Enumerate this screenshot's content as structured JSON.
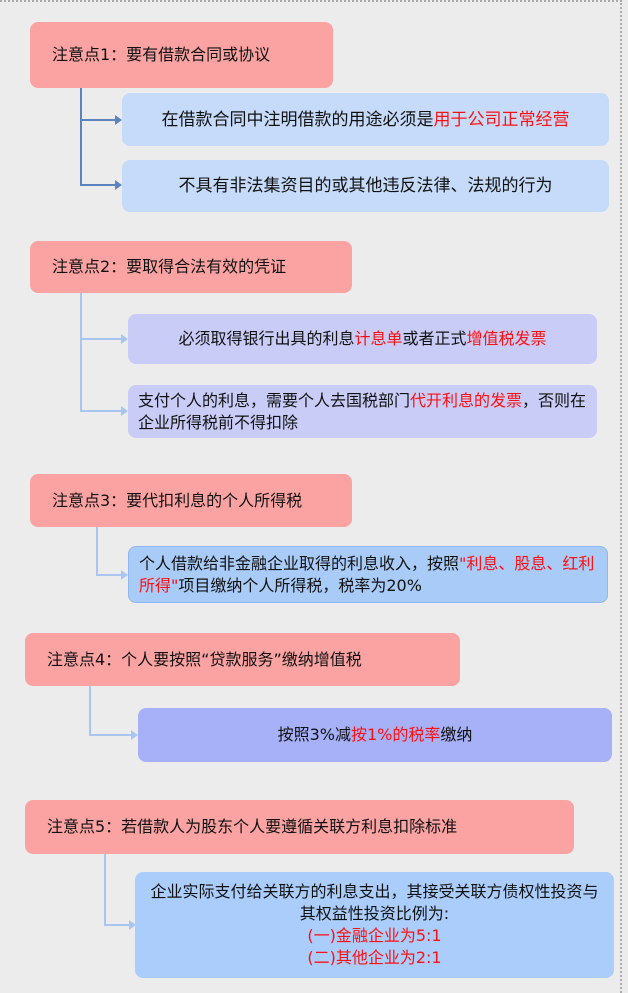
{
  "points": [
    {
      "title": "注意点1：要有借款合同或协议",
      "items": [
        {
          "text": "在借款合同中注明借款的用途必须是",
          "highlight": "用于公司正常经营"
        },
        {
          "text": "不具有非法集资目的或其他违反法律、法规的行为"
        }
      ]
    },
    {
      "title": "注意点2：要取得合法有效的凭证",
      "items": [
        {
          "t1": "必须取得银行出具的利息",
          "h1": "计息单",
          "t2": "或者正式",
          "h2": "增值税发票"
        },
        {
          "t1": "支付个人的利息，需要个人去国税部门",
          "h1": "代开利息的发票",
          "t2": "，否则在企业所得税前不得扣除"
        }
      ]
    },
    {
      "title": "注意点3：要代扣利息的个人所得税",
      "items": [
        {
          "t1": "个人借款给非金融企业取得的利息收入，按照",
          "h1": "\"利息、股息、红利所得\"",
          "t2": "项目缴纳个人所得税，税率为20%"
        }
      ]
    },
    {
      "title": "注意点4：个人要按照“贷款服务”缴纳增值税",
      "items": [
        {
          "t1": "按照3%减",
          "h1": "按1%的税率",
          "t2": "缴纳"
        }
      ]
    },
    {
      "title": "注意点5：若借款人为股东个人要遵循关联方利息扣除标准",
      "items": [
        {
          "t1": "企业实际支付给关联方的利息支出，其接受关联方债权性投资与其权益性投资比例为:",
          "h1": "(一)金融企业为5:1",
          "h2": "(二)其他企业为2:1"
        }
      ]
    }
  ],
  "colors": {
    "header": "#fba3a3",
    "highlight": "#ff1010",
    "line1": "#5b83bf",
    "line2": "#a9c6f2"
  }
}
